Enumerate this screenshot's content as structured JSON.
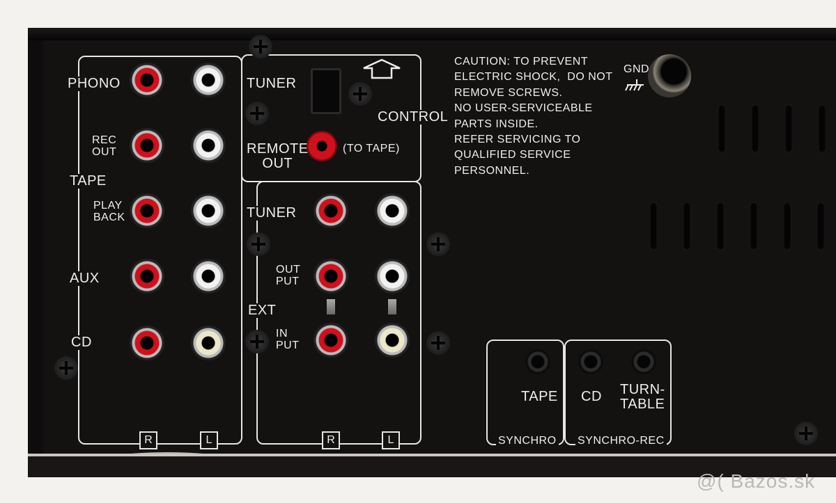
{
  "scene": "Rear panel of a stereo amplifier / receiver",
  "input_group_left": {
    "labels": {
      "phono": "PHONO",
      "rec_out": "REC\nOUT",
      "tape": "TAPE",
      "playback": "PLAY\nBACK",
      "aux": "AUX",
      "cd": "CD"
    },
    "channel_labels": {
      "right": "R",
      "left": "L"
    }
  },
  "control_box": {
    "tuner_label": "TUNER",
    "control_label": "CONTROL",
    "remote_out_label": "REMOTE\nOUT",
    "to_tape_label": "(TO TAPE)"
  },
  "input_group_right": {
    "labels": {
      "tuner": "TUNER",
      "output": "OUT\nPUT",
      "ext": "EXT",
      "input": "IN\nPUT"
    },
    "channel_labels": {
      "right": "R",
      "left": "L"
    }
  },
  "caution": {
    "text": "CAUTION: TO PREVENT\nELECTRIC SHOCK,  DO NOT\nREMOVE SCREWS.\nNO USER-SERVICEABLE\nPARTS INSIDE.\nREFER SERVICING TO\nQUALIFIED SERVICE\nPERSONNEL."
  },
  "ground": {
    "label": "GND"
  },
  "synchro": {
    "tape_label": "TAPE",
    "group_label": "SYNCHRO"
  },
  "synchro_rec": {
    "cd_label": "CD",
    "turntable_label": "TURN-\nTABLE",
    "group_label": "SYNCHRO-REC"
  },
  "watermark": "@( Bazos.sk",
  "colors": {
    "chassis": "#141111",
    "jack_red": "#d0101c",
    "jack_white": "#f2f2f2",
    "print": "#eeeeee"
  }
}
